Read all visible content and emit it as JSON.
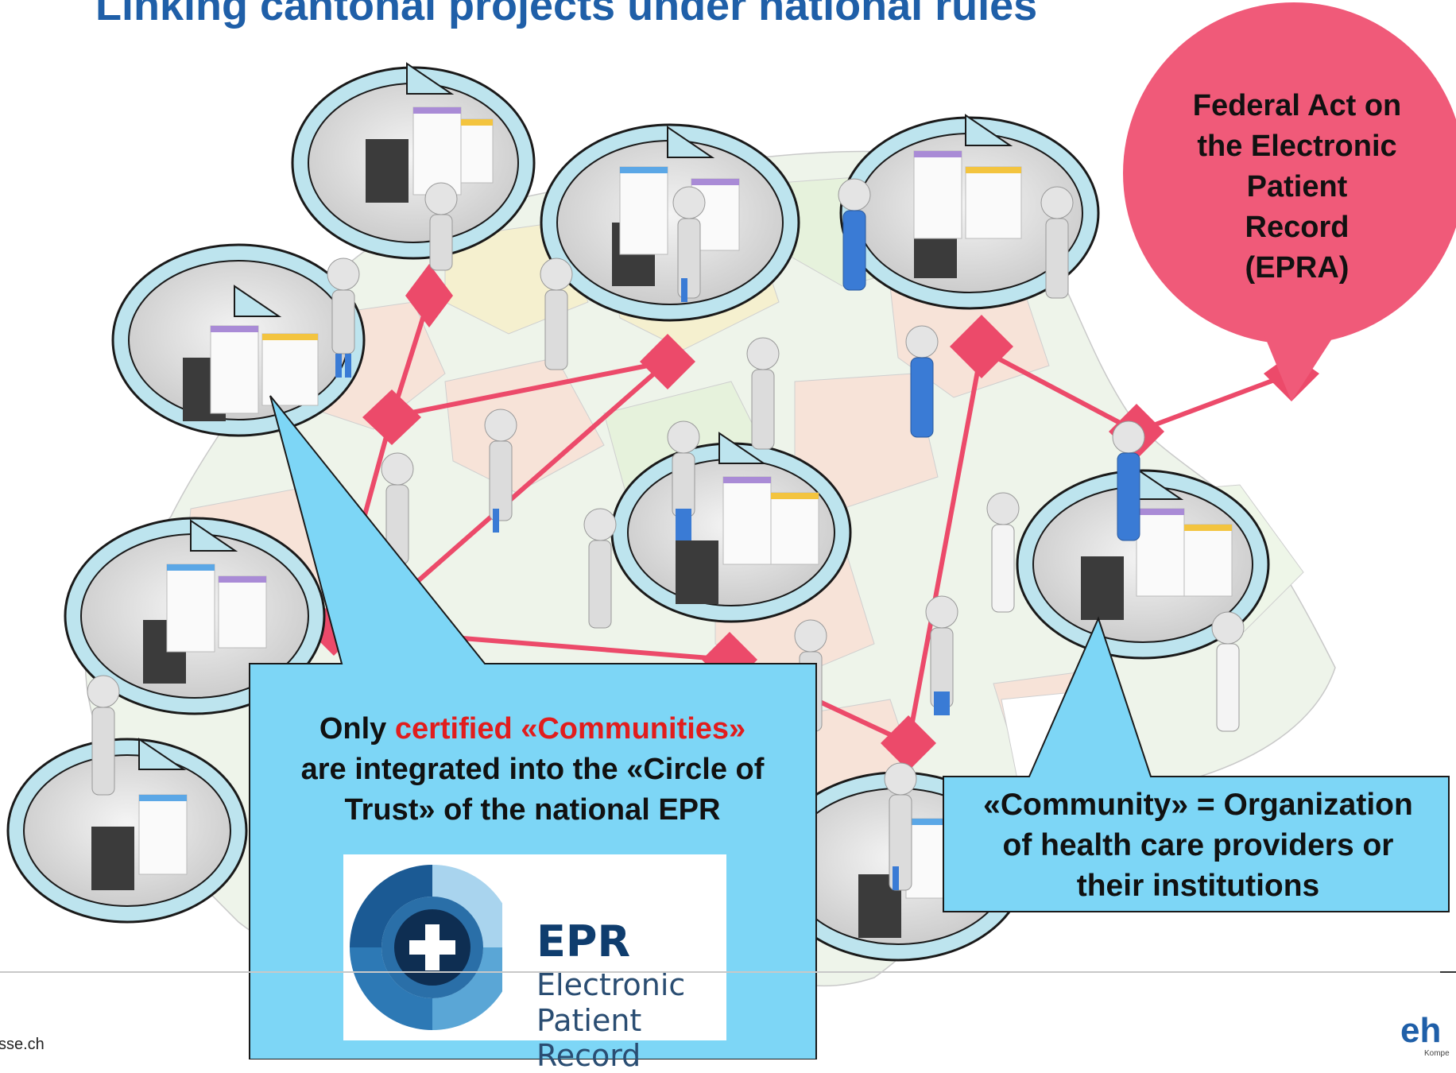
{
  "title": "Linking cantonal projects under national rules",
  "federal_act": {
    "lines": [
      "Federal Act on",
      "the Electronic",
      "Patient",
      "Record",
      "(EPRA)"
    ]
  },
  "callout_left": {
    "pre": "Only ",
    "highlight": "certified «Communities»",
    "line2": "are integrated into the  «Circle of",
    "line3": "Trust» of the national EPR"
  },
  "callout_right": {
    "lines": [
      "«Community» = Organization",
      "of health care providers or",
      "their institutions"
    ]
  },
  "epr_logo": {
    "title": "EPR",
    "subtitle_line1": "Electronic",
    "subtitle_line2": "Patient Record"
  },
  "footer": {
    "url": "sse.ch",
    "brand": "eh",
    "brand_sub": "Kompe"
  },
  "colors": {
    "title": "#1f5fa8",
    "law_circle": "#f05a79",
    "callout": "#7dd6f6",
    "connector": "#ec4a6a",
    "highlight": "#e11d1d",
    "community_ring": "#bde4ee"
  },
  "icons": [
    "cycle-arrow-icon",
    "xray-icon",
    "doctor-figure-icon",
    "nurse-figure-icon",
    "node-diamond-icon"
  ]
}
